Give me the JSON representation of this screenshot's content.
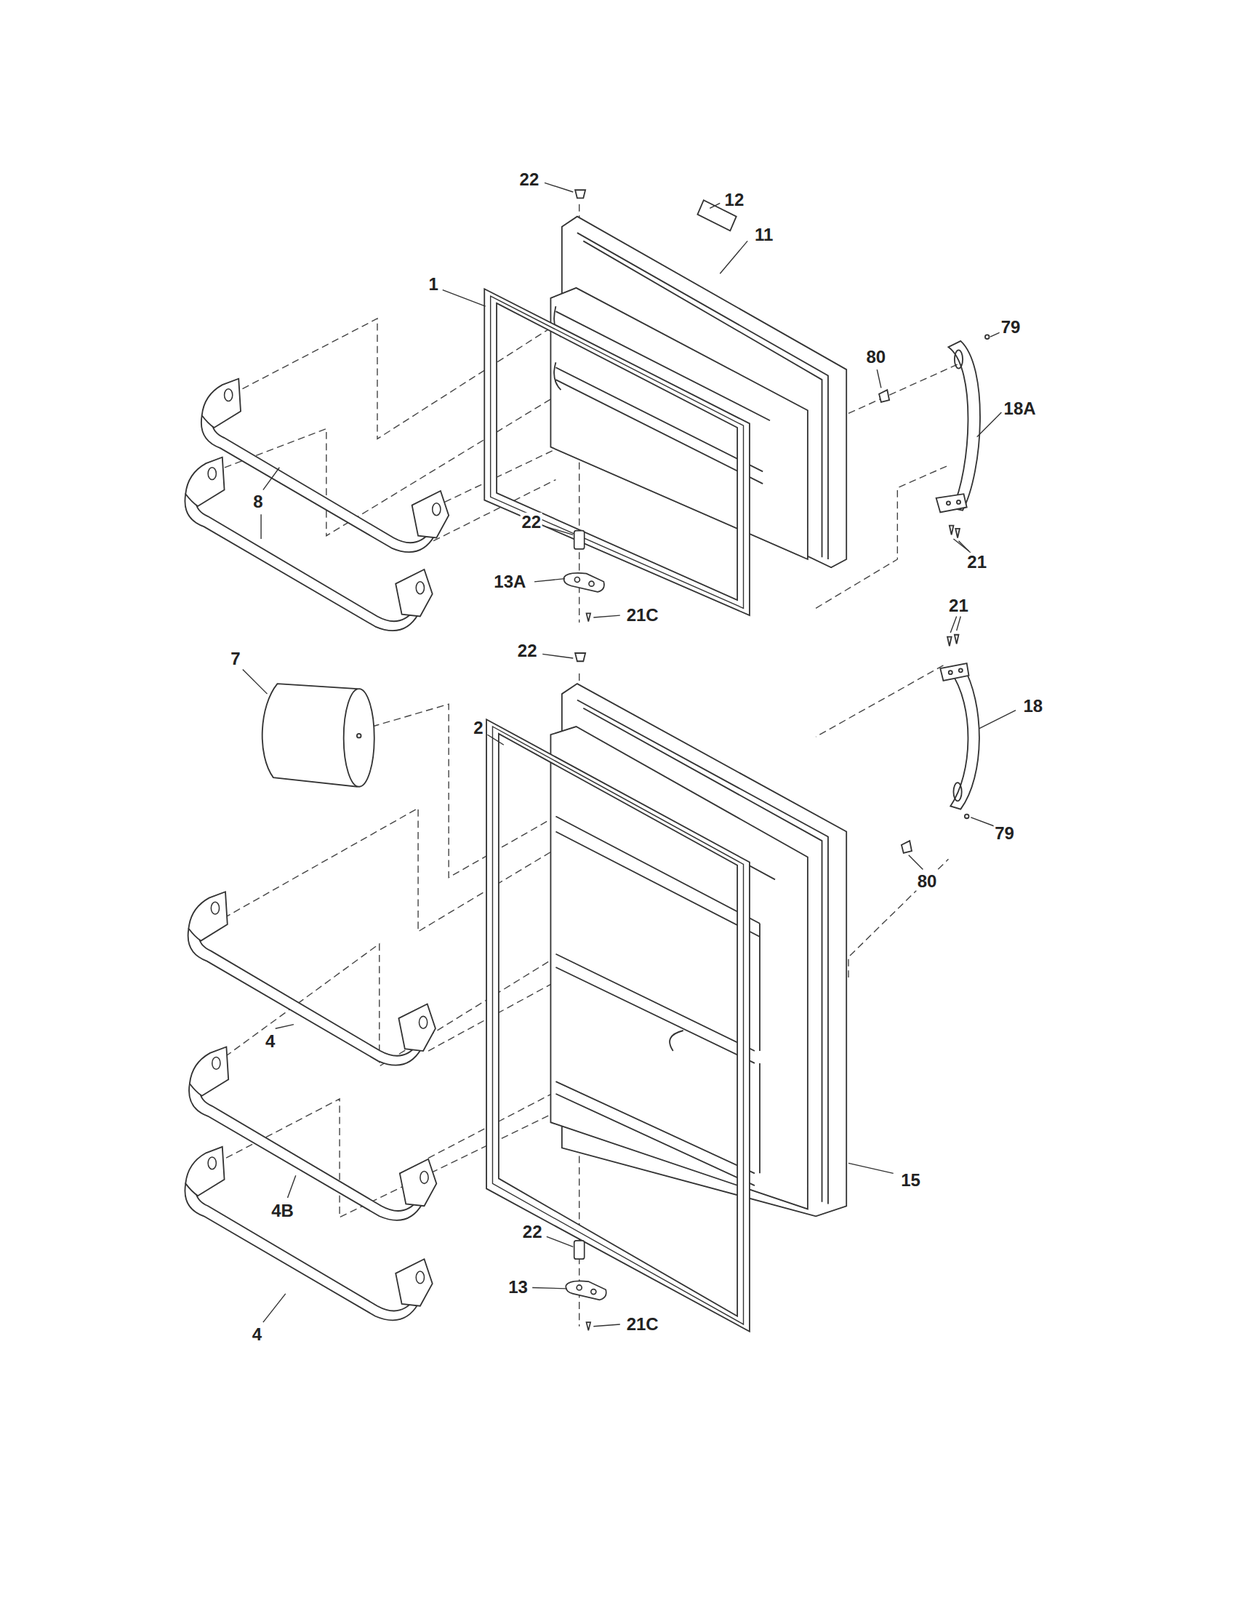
{
  "diagram": {
    "labels": [
      "22",
      "12",
      "11",
      "1",
      "79",
      "80",
      "18A",
      "8",
      "22",
      "21",
      "13A",
      "21",
      "21C",
      "22",
      "7",
      "18",
      "2",
      "79",
      "80",
      "4",
      "15",
      "4B",
      "22",
      "13",
      "21C",
      "4"
    ]
  }
}
